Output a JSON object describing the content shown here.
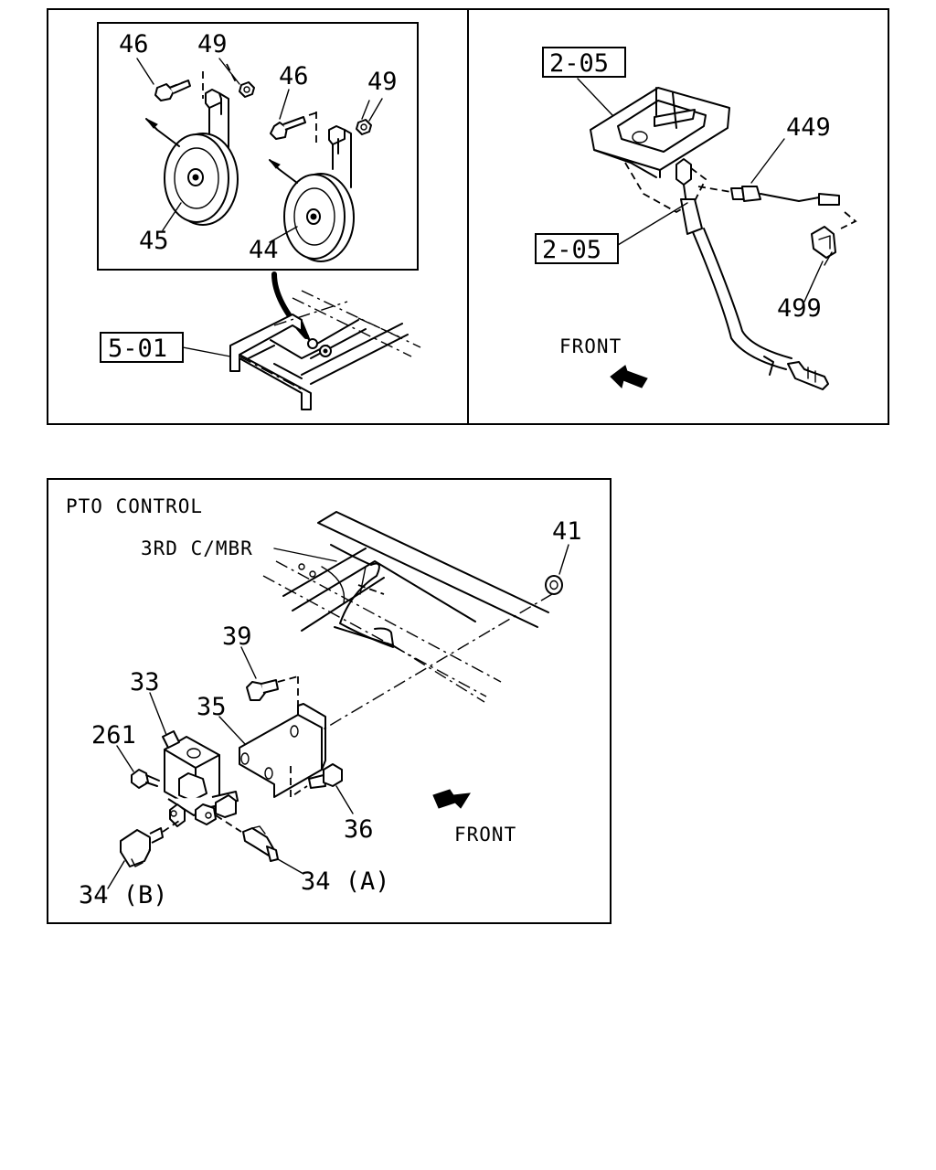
{
  "panel_horn": {
    "callouts": {
      "bolt_left": "46",
      "nut_left": "49",
      "bolt_right": "46",
      "nut_right": "49",
      "horn_low": "45",
      "horn_high": "44"
    },
    "ref_box": "5-01"
  },
  "panel_cable": {
    "ref_box_top": "2-05",
    "ref_box_mid": "2-05",
    "callouts": {
      "harness": "449",
      "clip": "499"
    },
    "direction_label": "FRONT"
  },
  "panel_pto": {
    "title": "PTO CONTROL",
    "member_label": "3RD C/MBR",
    "direction_label": "FRONT",
    "callouts": {
      "nut": "41",
      "bolt_upper": "39",
      "valve": "33",
      "bracket": "35",
      "plug": "261",
      "bolt_lower": "36",
      "elbow_b": "34 (B)",
      "fitting_a": "34 (A)"
    }
  }
}
